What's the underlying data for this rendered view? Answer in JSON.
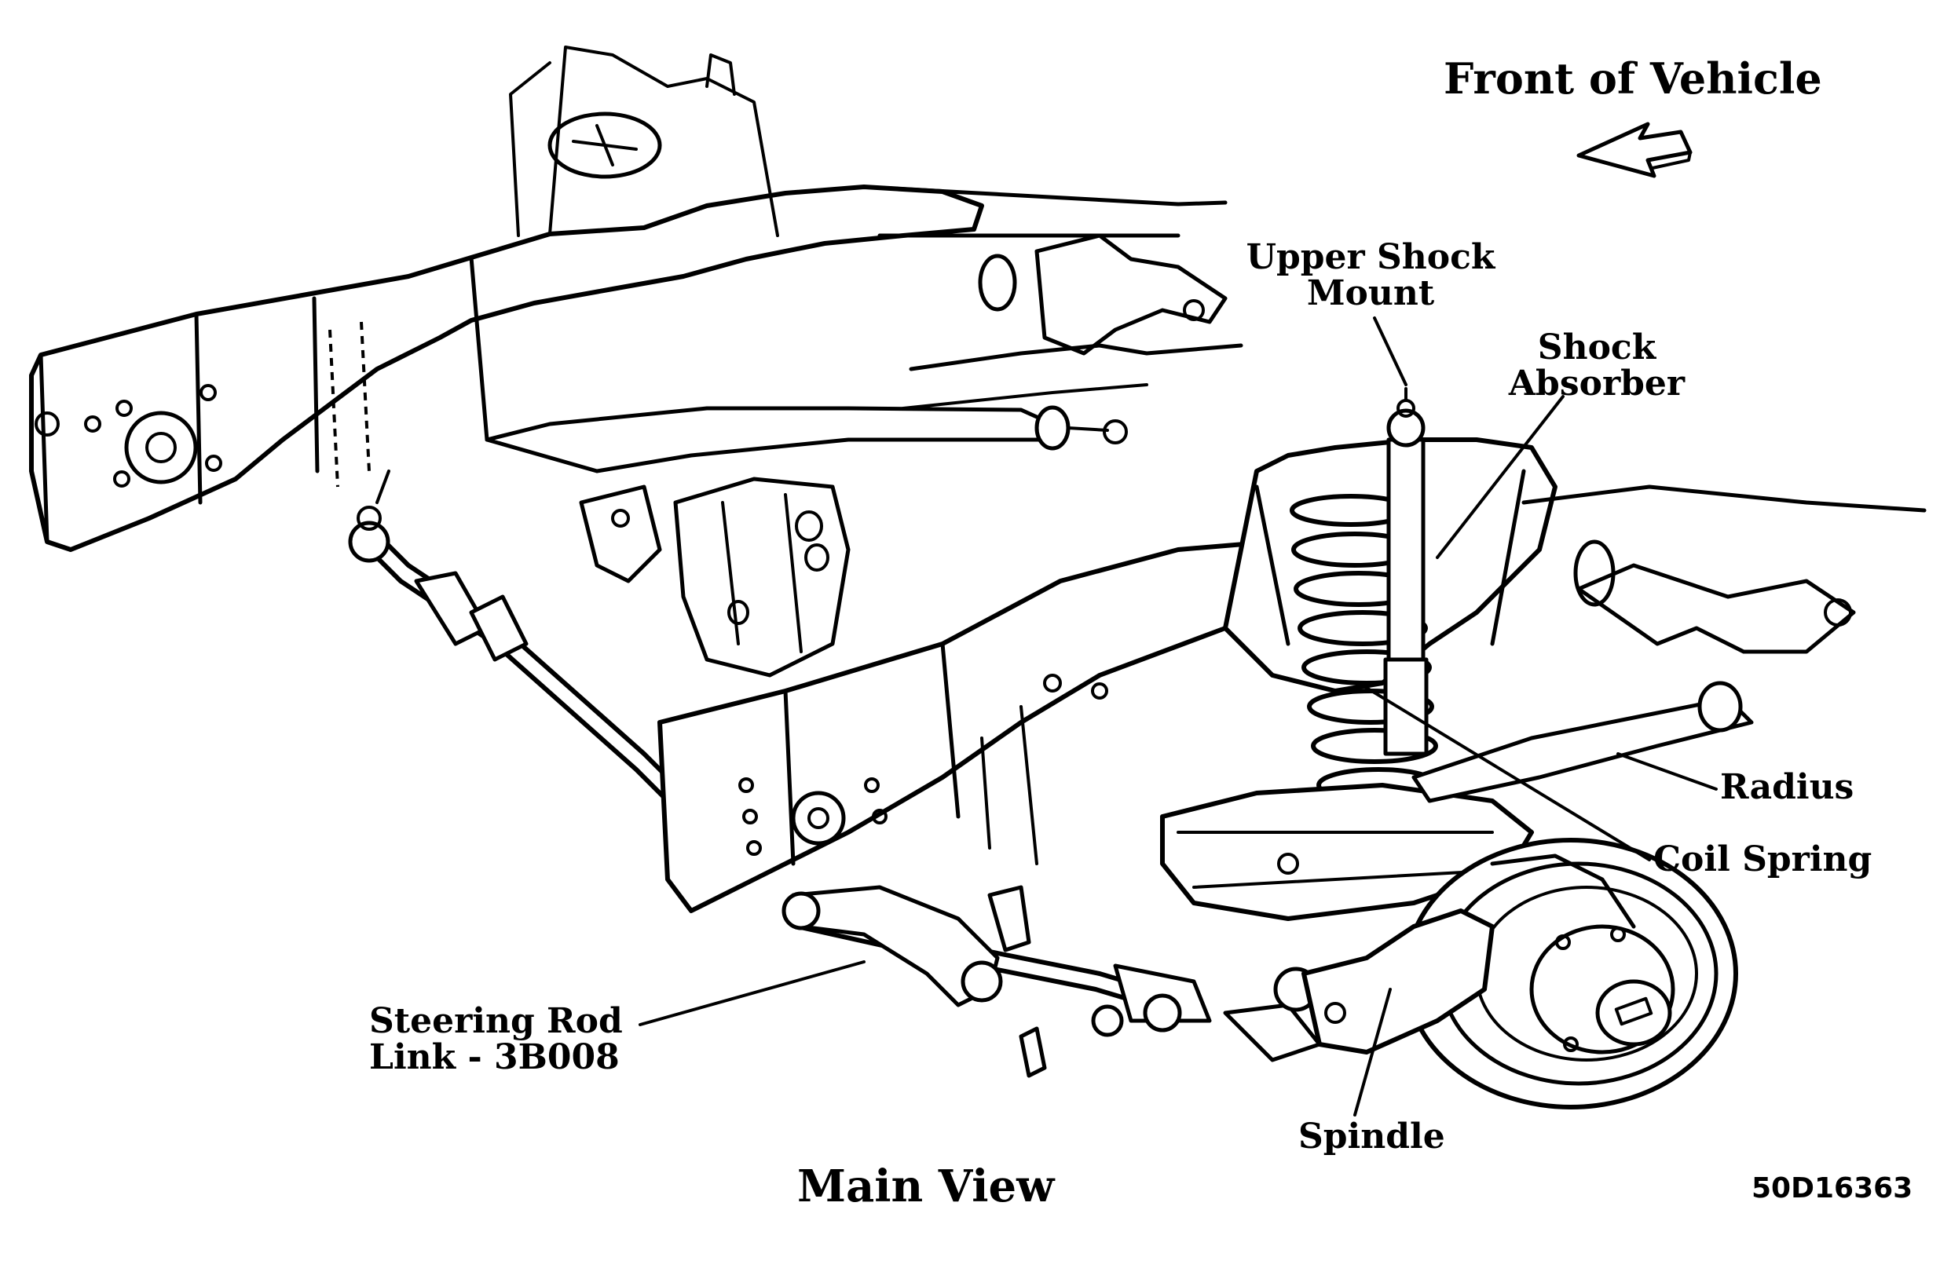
{
  "figure": {
    "direction_label": "Front of Vehicle",
    "view_label": "Main View",
    "figure_id": "50D16363"
  },
  "callouts": [
    {
      "id": "upper-shock-mount",
      "lines": [
        "Upper Shock",
        "Mount"
      ]
    },
    {
      "id": "shock-absorber",
      "lines": [
        "Shock",
        "Absorber"
      ]
    },
    {
      "id": "radius",
      "lines": [
        "Radius"
      ]
    },
    {
      "id": "coil-spring",
      "lines": [
        "Coil Spring"
      ]
    },
    {
      "id": "steering-rod-link",
      "lines": [
        "Steering Rod",
        "Link - 3B008"
      ]
    },
    {
      "id": "spindle",
      "lines": [
        "Spindle"
      ]
    }
  ],
  "colors": {
    "ink": "#000000",
    "paper": "#ffffff"
  },
  "icons": {
    "direction_arrow": "arrow-left-icon"
  }
}
